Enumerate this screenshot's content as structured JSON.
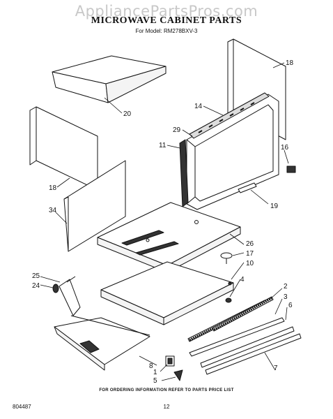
{
  "watermark": "AppliancePartsPros.com",
  "title": "MICROWAVE CABINET PARTS",
  "subtitle": "For Model: RM278BXV-3",
  "callouts": {
    "c20": "20",
    "c18a": "18",
    "c14": "14",
    "c29": "29",
    "c11": "11",
    "c16": "16",
    "c19": "19",
    "c18b": "18",
    "c34": "34",
    "c26": "26",
    "c17": "17",
    "c10": "10",
    "c25": "25",
    "c24": "24",
    "c4": "4",
    "c2": "2",
    "c3": "3",
    "c6": "6",
    "c8": "8",
    "c1": "1",
    "c5": "5",
    "c7": "7"
  },
  "footer": {
    "order_note": "FOR ORDERING INFORMATION REFER TO PARTS PRICE LIST",
    "doc_number": "804487",
    "page_number": "12"
  }
}
